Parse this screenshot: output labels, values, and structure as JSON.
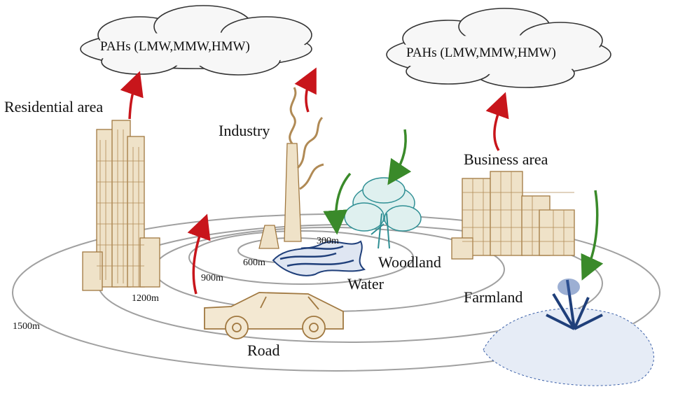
{
  "clouds": {
    "left": "PAHs (LMW,MMW,HMW)",
    "right": "PAHs (LMW,MMW,HMW)"
  },
  "sources": {
    "residential": "Residential area",
    "industry": "Industry",
    "business": "Business area",
    "road": "Road"
  },
  "sinks": {
    "woodland": "Woodland",
    "water": "Water",
    "farmland": "Farmland"
  },
  "rings": {
    "r300": "300m",
    "r600": "600m",
    "r900": "900m",
    "r1200": "1200m",
    "r1500": "1500m"
  },
  "colors": {
    "emission_arrow": "#c8151b",
    "deposition_arrow": "#3a8a2a",
    "building": "#b08a55",
    "water": "#1f3f7a",
    "tree": "#2f8f94",
    "ring": "#9a9a9a"
  }
}
